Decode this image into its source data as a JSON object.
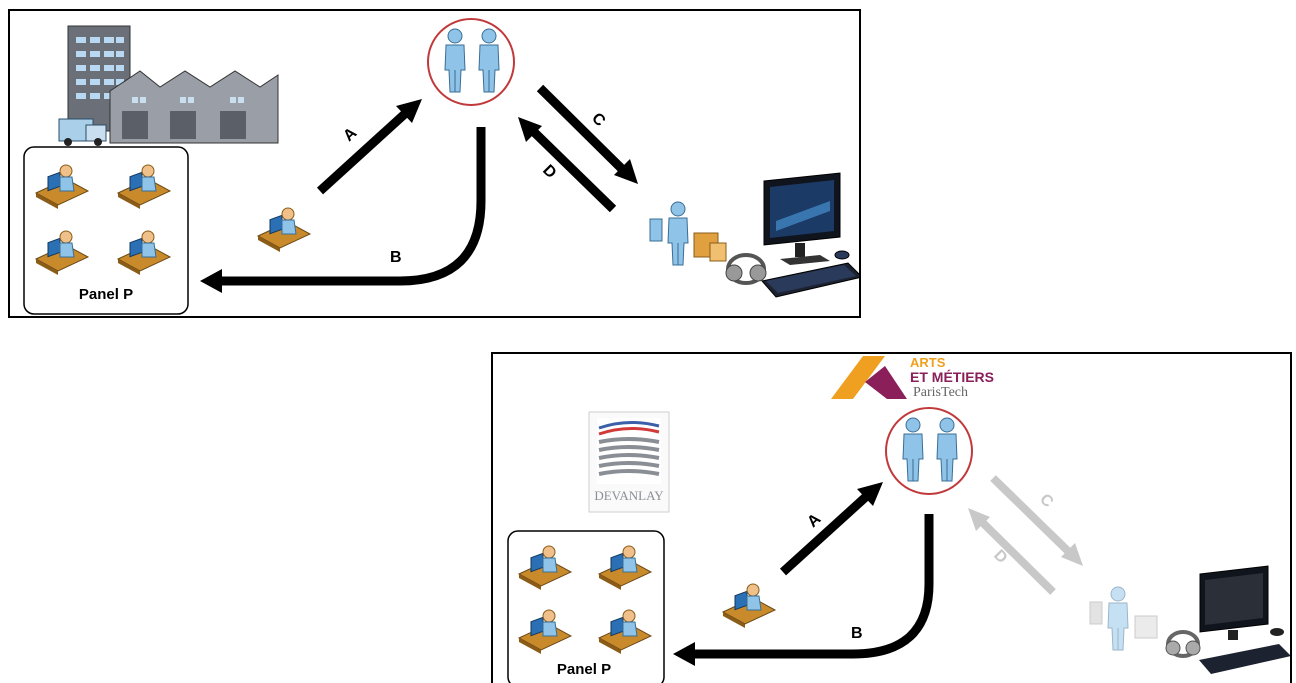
{
  "diagram_top": {
    "panel_label": "Panel P",
    "arrow_labels": {
      "a": "A",
      "b": "B",
      "c": "C",
      "d": "D"
    }
  },
  "diagram_bottom": {
    "panel_label": "Panel P",
    "arrow_labels": {
      "a": "A",
      "b": "B",
      "c": "C",
      "d": "D"
    },
    "logo_university": {
      "line1": "ARTS",
      "line2": "ET MÉTIERS",
      "line3": "ParisTech"
    },
    "logo_company": {
      "text": "DEVANLAY"
    }
  },
  "colors": {
    "circle_border": "#c0393b",
    "person": "#8fc3e8",
    "arrow": "#000000",
    "arrow_dimmed": "#c8c8c8",
    "logo_orange": "#f0a020",
    "logo_purple": "#8a1f5a"
  }
}
